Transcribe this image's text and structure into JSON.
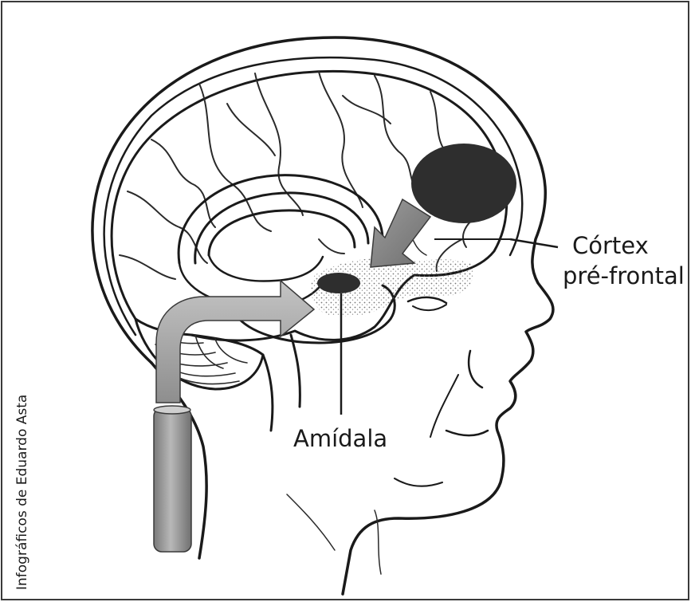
{
  "figure": {
    "labels": {
      "cortex_line1": "Córtex",
      "cortex_line2": "pré-frontal",
      "amygdala": "Amídala"
    },
    "credit": "Infográficos de Eduardo Asta"
  },
  "colors": {
    "background": "#ffffff",
    "ink": "#1a1a1a",
    "region_fill": "#2e2e2e",
    "arrow_fill": "#a9a9a9",
    "tube_fill": "#9a9a9a"
  }
}
